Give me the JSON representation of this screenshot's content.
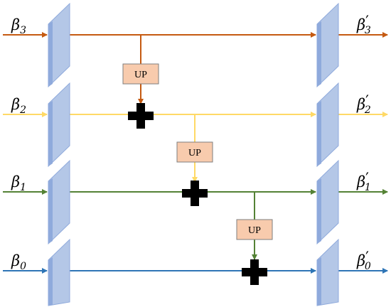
{
  "colors": {
    "level3": "#c55a11",
    "level2": "#ffd966",
    "level1": "#548235",
    "level0": "#2e75b6",
    "up_fill": "#f8cbad",
    "up_stroke": "#7f7f7f",
    "block_front": "#8faadc",
    "block_side": "#b4c7e7",
    "plus": "#000000"
  },
  "inputs": [
    {
      "symbol": "β",
      "sub": "3"
    },
    {
      "symbol": "β",
      "sub": "2"
    },
    {
      "symbol": "β",
      "sub": "1"
    },
    {
      "symbol": "β",
      "sub": "0"
    }
  ],
  "outputs": [
    {
      "symbol": "β",
      "prime": "′",
      "sub": "3"
    },
    {
      "symbol": "β",
      "prime": "′",
      "sub": "2"
    },
    {
      "symbol": "β",
      "prime": "′",
      "sub": "1"
    },
    {
      "symbol": "β",
      "prime": "′",
      "sub": "0"
    }
  ],
  "up_label": "UP"
}
